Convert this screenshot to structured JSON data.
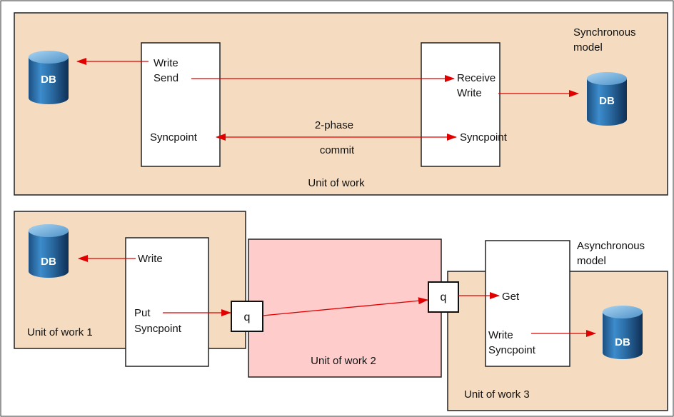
{
  "colors": {
    "uow_fill": "#f5dcc0",
    "uow2_fill": "#ffcccc",
    "arrow": "#e00000",
    "db_body": "#2c6fa8",
    "db_top": "#6fb0de"
  },
  "sync": {
    "model_label_1": "Synchronous",
    "model_label_2": "model",
    "uow_label": "Unit of work",
    "db_left_label": "DB",
    "db_right_label": "DB",
    "left_box": {
      "write": "Write",
      "send": "Send",
      "syncpoint": "Syncpoint"
    },
    "right_box": {
      "receive": "Receive",
      "write": "Write",
      "syncpoint": "Syncpoint"
    },
    "twophase_1": "2-phase",
    "twophase_2": "commit"
  },
  "async": {
    "model_label_1": "Asynchronous",
    "model_label_2": "model",
    "uow1_label": "Unit of work 1",
    "uow2_label": "Unit of work 2",
    "uow3_label": "Unit of work 3",
    "db_left_label": "DB",
    "db_right_label": "DB",
    "box1": {
      "write": "Write",
      "put": "Put",
      "syncpoint": "Syncpoint"
    },
    "box3": {
      "get": "Get",
      "write": "Write",
      "syncpoint": "Syncpoint"
    },
    "queue_left": "q",
    "queue_right": "q"
  }
}
